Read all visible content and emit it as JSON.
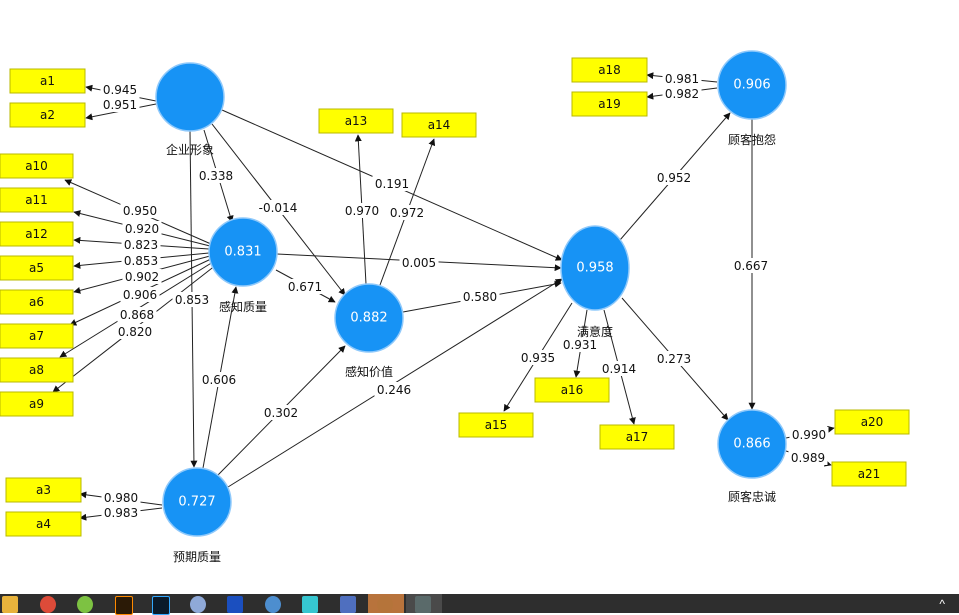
{
  "diagram": {
    "title": "PLS path model",
    "colors": {
      "latent_fill": "#1793f5",
      "indicator_fill": "#ffff00",
      "edge": "#222222",
      "taskbar": "#2e2e2e"
    },
    "latents": [
      {
        "id": "qiye",
        "name": "企业形象",
        "value": ""
      },
      {
        "id": "ganzhi",
        "name": "感知质量",
        "value": "0.831"
      },
      {
        "id": "jiazhi",
        "name": "感知价值",
        "value": "0.882"
      },
      {
        "id": "yuqi",
        "name": "预期质量",
        "value": "0.727"
      },
      {
        "id": "manyi",
        "name": "满意度",
        "value": "0.958"
      },
      {
        "id": "baoyuan",
        "name": "顾客抱怨",
        "value": "0.906"
      },
      {
        "id": "zhongcheng",
        "name": "顾客忠诚",
        "value": "0.866"
      }
    ],
    "indicators": [
      {
        "id": "a1",
        "label": "a1"
      },
      {
        "id": "a2",
        "label": "a2"
      },
      {
        "id": "a10",
        "label": "a10"
      },
      {
        "id": "a11",
        "label": "a11"
      },
      {
        "id": "a12",
        "label": "a12"
      },
      {
        "id": "a5",
        "label": "a5"
      },
      {
        "id": "a6",
        "label": "a6"
      },
      {
        "id": "a7",
        "label": "a7"
      },
      {
        "id": "a8",
        "label": "a8"
      },
      {
        "id": "a9",
        "label": "a9"
      },
      {
        "id": "a3",
        "label": "a3"
      },
      {
        "id": "a4",
        "label": "a4"
      },
      {
        "id": "a13",
        "label": "a13"
      },
      {
        "id": "a14",
        "label": "a14"
      },
      {
        "id": "a15",
        "label": "a15"
      },
      {
        "id": "a16",
        "label": "a16"
      },
      {
        "id": "a17",
        "label": "a17"
      },
      {
        "id": "a18",
        "label": "a18"
      },
      {
        "id": "a19",
        "label": "a19"
      },
      {
        "id": "a20",
        "label": "a20"
      },
      {
        "id": "a21",
        "label": "a21"
      }
    ],
    "outer_loadings": [
      {
        "from": "qiye",
        "to": "a1",
        "value": "0.945"
      },
      {
        "from": "qiye",
        "to": "a2",
        "value": "0.951"
      },
      {
        "from": "ganzhi",
        "to": "a10",
        "value": "0.950"
      },
      {
        "from": "ganzhi",
        "to": "a11",
        "value": "0.920"
      },
      {
        "from": "ganzhi",
        "to": "a12",
        "value": "0.823"
      },
      {
        "from": "ganzhi",
        "to": "a5",
        "value": "0.853"
      },
      {
        "from": "ganzhi",
        "to": "a6",
        "value": "0.902"
      },
      {
        "from": "ganzhi",
        "to": "a7",
        "value": "0.906"
      },
      {
        "from": "ganzhi",
        "to": "a8",
        "value": "0.868"
      },
      {
        "from": "ganzhi",
        "to": "a9",
        "value": "0.820"
      },
      {
        "from": "yuqi",
        "to": "a3",
        "value": "0.980"
      },
      {
        "from": "yuqi",
        "to": "a4",
        "value": "0.983"
      },
      {
        "from": "jiazhi",
        "to": "a13",
        "value": "0.970"
      },
      {
        "from": "jiazhi",
        "to": "a14",
        "value": "0.972"
      },
      {
        "from": "manyi",
        "to": "a15",
        "value": "0.935"
      },
      {
        "from": "manyi",
        "to": "a16",
        "value": "0.931"
      },
      {
        "from": "manyi",
        "to": "a17",
        "value": "0.914"
      },
      {
        "from": "baoyuan",
        "to": "a18",
        "value": "0.981"
      },
      {
        "from": "baoyuan",
        "to": "a19",
        "value": "0.982"
      },
      {
        "from": "zhongcheng",
        "to": "a20",
        "value": "0.990"
      },
      {
        "from": "zhongcheng",
        "to": "a21",
        "value": "0.989"
      }
    ],
    "path_coefficients": [
      {
        "from": "qiye",
        "to": "ganzhi",
        "value": "0.338"
      },
      {
        "from": "qiye",
        "to": "jiazhi",
        "value": "-0.014"
      },
      {
        "from": "qiye",
        "to": "manyi",
        "value": "0.191"
      },
      {
        "from": "qiye",
        "to": "yuqi",
        "value": "0.853"
      },
      {
        "from": "ganzhi",
        "to": "jiazhi",
        "value": "0.671"
      },
      {
        "from": "ganzhi",
        "to": "manyi",
        "value": "0.005"
      },
      {
        "from": "yuqi",
        "to": "ganzhi",
        "value": "0.606"
      },
      {
        "from": "yuqi",
        "to": "jiazhi",
        "value": "0.302"
      },
      {
        "from": "yuqi",
        "to": "manyi",
        "value": "0.246"
      },
      {
        "from": "jiazhi",
        "to": "manyi",
        "value": "0.580"
      },
      {
        "from": "manyi",
        "to": "baoyuan",
        "value": "0.952"
      },
      {
        "from": "manyi",
        "to": "zhongcheng",
        "value": "0.273"
      },
      {
        "from": "baoyuan",
        "to": "zhongcheng",
        "value": "0.667"
      }
    ]
  },
  "taskbar": {
    "icons": [
      "file-explorer-icon",
      "chrome-icon",
      "green-app-icon",
      "illustrator-icon",
      "photoshop-icon",
      "globe-app-icon",
      "shield-app-icon",
      "sigma-app-icon",
      "robot-app-icon",
      "chart-app-icon",
      "smartpls-icon",
      "window-app-icon"
    ],
    "tray_chevron": "^"
  }
}
